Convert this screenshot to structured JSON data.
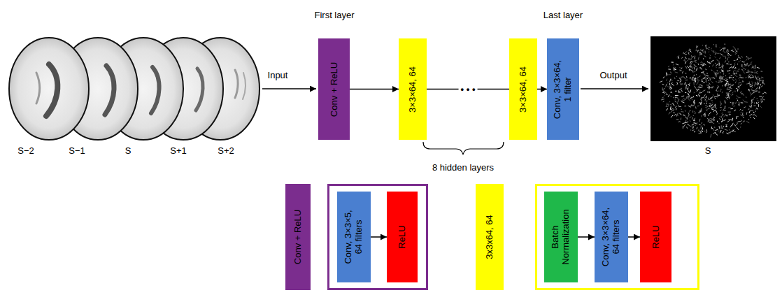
{
  "diagram": {
    "nodes": [
      {
        "text": [
          "Conv + ReLU"
        ]
      },
      {
        "text": [
          "3×3×64, 64"
        ]
      },
      {
        "text": [
          "3×3×64, 64"
        ]
      },
      {
        "text": [
          "Conv, 3×3×64, 1 filter"
        ]
      },
      {
        "text": [
          "Conv + ReLU"
        ]
      },
      {
        "text": []
      },
      {
        "text": [
          "Conv, 3×3×5, 64 filters"
        ],
        "in": 5
      },
      {
        "text": [
          "ReLU"
        ],
        "in": 5
      },
      {
        "text": [
          "3x3x64, 64"
        ]
      },
      {
        "text": []
      },
      {
        "text": [
          "Batch Normalization"
        ],
        "in": 9
      },
      {
        "text": [
          "Conv, 3×3×64, 64 filters"
        ],
        "in": 9
      },
      {
        "text": [
          "ReLU"
        ],
        "in": 9
      }
    ],
    "edges": [
      {
        "from": 0,
        "to": 1,
        "arrow": "to"
      },
      {
        "from": 1,
        "to": 2,
        "arrow": "none",
        "label": "• • •"
      },
      {
        "from": 2,
        "to": 3,
        "arrow": "to"
      },
      {
        "from": 6,
        "to": 7,
        "arrow": "to"
      },
      {
        "from": 10,
        "to": 11,
        "arrow": "to"
      },
      {
        "from": 11,
        "to": 12,
        "arrow": "to"
      }
    ],
    "labels": [
      "First layer",
      "Last layer",
      "Input",
      "Output",
      "S−2",
      "S−1",
      "S",
      "S+1",
      "S+2",
      "8 hidden layers",
      "S"
    ]
  }
}
